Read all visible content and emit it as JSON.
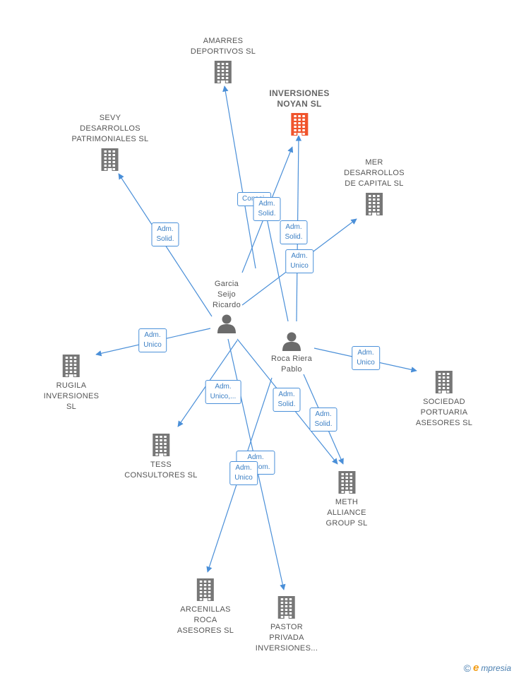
{
  "colors": {
    "edge": "#4a8fd8",
    "building": "#777777",
    "building_main": "#f0542c",
    "person": "#6b6b6b"
  },
  "nodes": [
    {
      "id": "inversiones",
      "type": "company",
      "main": true,
      "label": "INVERSIONES\nNOYAN SL"
    },
    {
      "id": "amarres",
      "type": "company",
      "label": "AMARRES\nDEPORTIVOS SL"
    },
    {
      "id": "sevy",
      "type": "company",
      "label": "SEVY\nDESARROLLOS\nPATRIMONIALES SL"
    },
    {
      "id": "mer",
      "type": "company",
      "label": "MER\nDESARROLLOS\nDE CAPITAL  SL"
    },
    {
      "id": "rugila",
      "type": "company",
      "label": "RUGILA\nINVERSIONES\nSL"
    },
    {
      "id": "sociedad",
      "type": "company",
      "label": "SOCIEDAD\nPORTUARIA\nASESORES SL"
    },
    {
      "id": "tess",
      "type": "company",
      "label": "TESS\nCONSULTORES SL"
    },
    {
      "id": "meth",
      "type": "company",
      "label": "METH\nALLIANCE\nGROUP  SL"
    },
    {
      "id": "arcenillas",
      "type": "company",
      "label": "ARCENILLAS\nROCA\nASESORES SL"
    },
    {
      "id": "pastor",
      "type": "company",
      "label": "PASTOR\nPRIVADA\nINVERSIONES..."
    },
    {
      "id": "garcia",
      "type": "person",
      "label": "Garcia\nSeijo\nRicardo"
    },
    {
      "id": "roca",
      "type": "person",
      "label": "Roca Riera\nPablo"
    }
  ],
  "edges": [
    {
      "from": "garcia",
      "to": "amarres",
      "label": "Consej."
    },
    {
      "from": "garcia",
      "to": "inversiones",
      "label": ""
    },
    {
      "from": "garcia",
      "to": "sevy",
      "label": "Adm.\nSolid."
    },
    {
      "from": "garcia",
      "to": "mer",
      "label": "Adm.\nUnico"
    },
    {
      "from": "garcia",
      "to": "rugila",
      "label": "Adm.\nUnico"
    },
    {
      "from": "garcia",
      "to": "tess",
      "label": "Adm.\nUnico,..."
    },
    {
      "from": "garcia",
      "to": "meth",
      "label": "Adm.\nSolid."
    },
    {
      "from": "garcia",
      "to": "pastor",
      "label": "Adm.\nMancom."
    },
    {
      "from": "roca",
      "to": "amarres",
      "label": "Adm.\nSolid."
    },
    {
      "from": "roca",
      "to": "inversiones",
      "label": "Adm.\nSolid."
    },
    {
      "from": "roca",
      "to": "sociedad",
      "label": "Adm.\nUnico"
    },
    {
      "from": "roca",
      "to": "meth",
      "label": "Adm.\nSolid."
    },
    {
      "from": "roca",
      "to": "arcenillas",
      "label": "Adm.\nUnico"
    }
  ],
  "footer": {
    "copyright": "©",
    "brand_initial": "e",
    "brand_rest": "mpresia"
  }
}
